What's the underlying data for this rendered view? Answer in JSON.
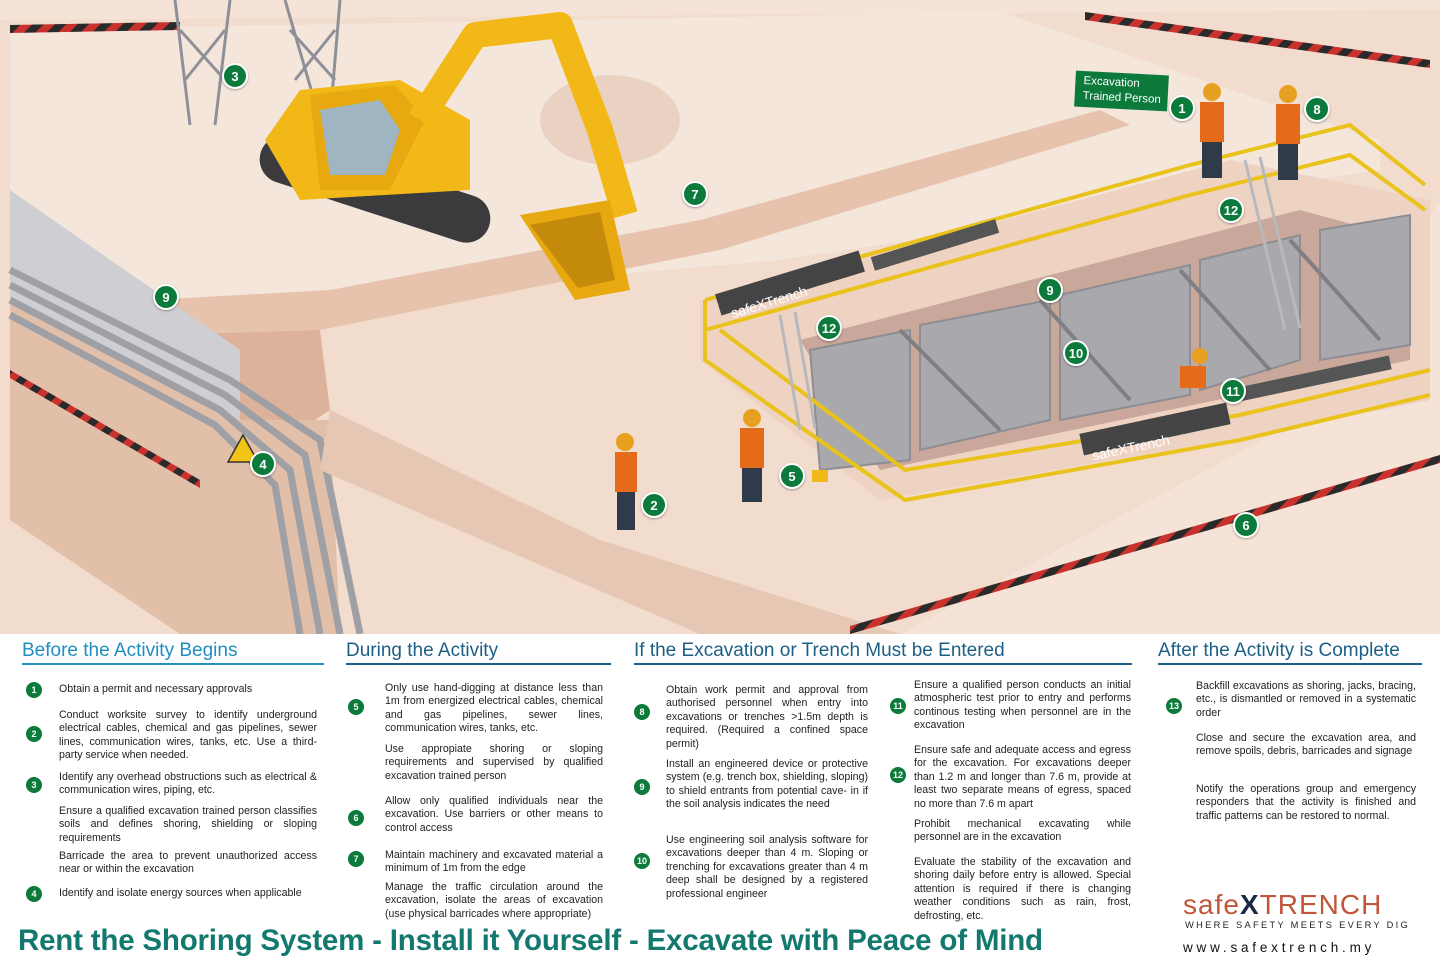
{
  "scene": {
    "markers": [
      {
        "n": "3"
      },
      {
        "n": "9"
      },
      {
        "n": "4"
      },
      {
        "n": "7"
      },
      {
        "n": "2"
      },
      {
        "n": "5"
      },
      {
        "n": "1"
      },
      {
        "n": "8"
      },
      {
        "n": "12"
      },
      {
        "n": "9"
      },
      {
        "n": "12"
      },
      {
        "n": "10"
      },
      {
        "n": "11"
      },
      {
        "n": "6"
      }
    ],
    "label_line1": "Excavation",
    "label_line2": "Trained Person",
    "brand_sign": "safeXTrench",
    "brand_slogan": "WHERE SAFETY MEETS EVERY DIG"
  },
  "sections": {
    "before": {
      "title": "Before the Activity Begins",
      "items": [
        {
          "n": "1",
          "text": "Obtain a permit and necessary approvals"
        },
        {
          "n": "2",
          "text": "Conduct worksite survey to identify underground electrical cables, chemical and gas pipelines, sewer lines, communication wires, tanks, etc. Use a third-party service when needed."
        },
        {
          "n": "3",
          "text": "Identify any overhead obstructions such as electrical & communication wires, piping, etc."
        },
        {
          "n": "",
          "text": "Ensure a qualified excavation trained person classifies soils and defines shoring, shielding or sloping requirements"
        },
        {
          "n": "",
          "text": "Barricade the area to prevent unauthorized access near or within the excavation"
        },
        {
          "n": "4",
          "text": "Identify and isolate energy sources when applicable"
        }
      ]
    },
    "during": {
      "title": "During the Activity",
      "items": [
        {
          "n": "5",
          "text": "Only use hand-digging at distance less than 1m from energized electrical cables, chemical and gas pipelines, sewer lines, communication wires, tanks, etc."
        },
        {
          "n": "",
          "text": "Use appropiate shoring or sloping requirements and supervised by qualified excavation trained person"
        },
        {
          "n": "6",
          "text": "Allow only qualified individuals near the excavation. Use barriers or other means to control access"
        },
        {
          "n": "7",
          "text": "Maintain machinery and excavated material a minimum of 1m from the edge"
        },
        {
          "n": "",
          "text": "Manage the traffic circulation around the excavation, isolate the areas of excavation (use physical barricades where appropriate)"
        }
      ]
    },
    "entered": {
      "title": "If the Excavation or Trench Must be Entered",
      "items": [
        {
          "n": "8",
          "text": "Obtain work permit and approval from authorised personnel when entry into excavations or trenches >1.5m depth is required. (Required a confined space permit)"
        },
        {
          "n": "9",
          "text": "Install an engineered device or protective system (e.g. trench box, shielding, sloping) to shield entrants from potential cave- in if the soil analysis indicates the need"
        },
        {
          "n": "10",
          "text": "Use engineering soil analysis software for excavations deeper than 4 m. Sloping or trenching for excavations greater than 4 m deep shall be designed by a registered professional engineer"
        },
        {
          "n": "11",
          "text": "Ensure a qualified person conducts an initial atmospheric test prior to entry and performs continous testing when personnel are in the excavation"
        },
        {
          "n": "12",
          "text": "Ensure safe and adequate access and egress for the excavation. For excavations deeper than 1.2 m and longer than 7.6 m, provide at least two separate means of egress, spaced no more than 7.6 m apart"
        },
        {
          "n": "",
          "text": "Prohibit mechanical excavating while personnel are in the excavation"
        },
        {
          "n": "",
          "text": "Evaluate the stability of the excavation and shoring daily before entry is allowed. Special attention is required if there is changing weather conditions such as rain, frost, defrosting, etc."
        }
      ]
    },
    "after": {
      "title": "After the Activity is Complete",
      "items": [
        {
          "n": "13",
          "text": "Backfill excavations as shoring, jacks, bracing, etc., is dismantled or removed in a systematic order"
        },
        {
          "n": "",
          "text": "Close and secure the excavation area, and remove spoils, debris, barricades and signage"
        },
        {
          "n": "",
          "text": "Notify the operations group and emergency responders that the activity is finished and traffic patterns can be restored to normal."
        }
      ]
    }
  },
  "footer": {
    "tagline": "Rent the Shoring System - Install it Yourself - Excavate with Peace of Mind",
    "logo_a": "safe",
    "logo_x": "X",
    "logo_b": "TRENCH",
    "logo_sub": "WHERE SAFETY MEETS EVERY DIG",
    "url": "www.safextrench.my"
  },
  "colors": {
    "marker_green": "#0b7a3b",
    "heading_blue": "#1f8ec0",
    "tagline_teal": "#13796f",
    "logo_orange": "#c0563a"
  }
}
